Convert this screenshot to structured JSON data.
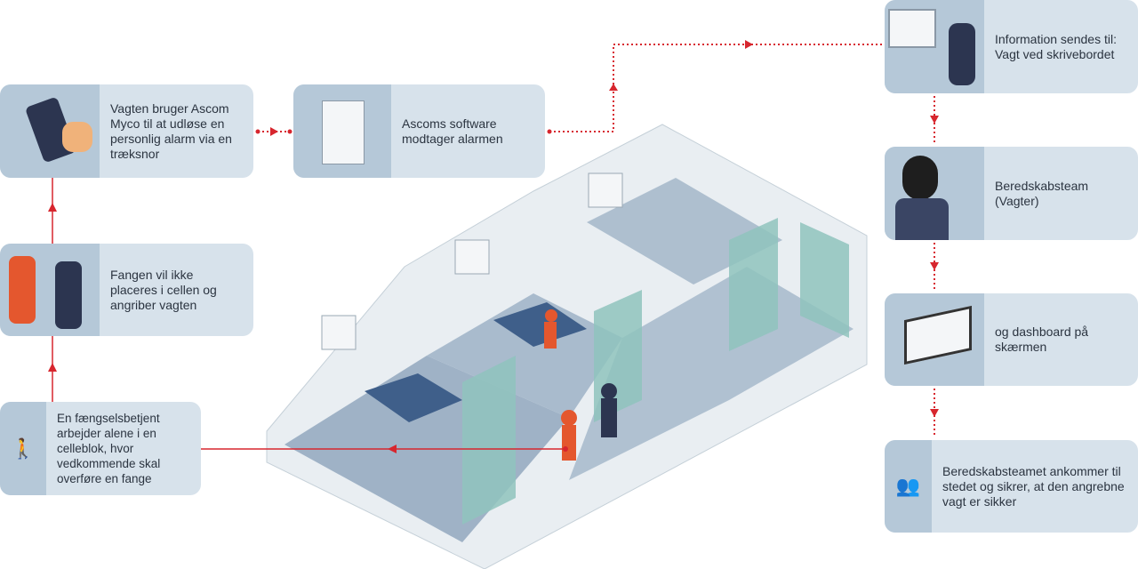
{
  "steps": {
    "worker": "En fængselsbetjent arbejder alene i en celleblok, hvor vedkommende skal overføre en fange",
    "prisoner": "Fangen vil ikke placeres i cellen og angriber vagten",
    "myco": "Vagten bruger Ascom Myco til at udløse en personlig alarm via en træksnor",
    "software": "Ascoms software modtager alarmen",
    "desk": "Information sendes til: Vagt ved skrivebordet",
    "team": "Beredskabsteam (Vagter)",
    "dashboard": "og dashboard på skærmen",
    "arrive": "Beredskabsteamet ankommer til stedet og sikrer, at den angrebne vagt er sikker"
  },
  "colors": {
    "accent": "#d7262e",
    "box": "#d7e2eb",
    "panel": "#b5c8d8"
  }
}
